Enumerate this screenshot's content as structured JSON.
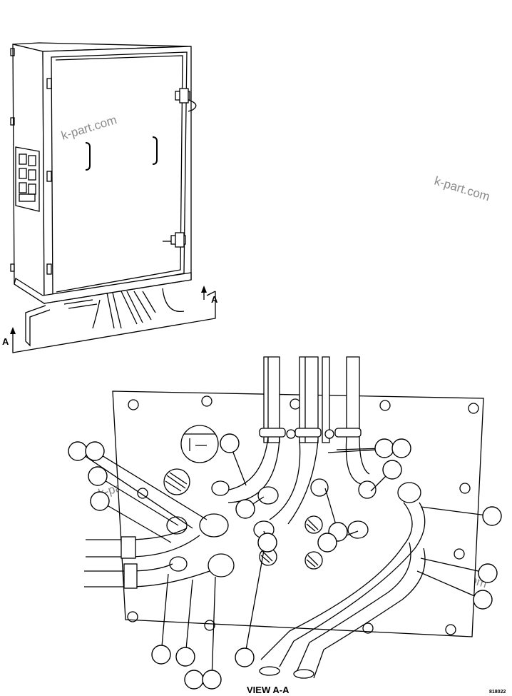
{
  "diagram": {
    "watermarks": [
      "k-part.com",
      "k-part.com",
      "k-part.com",
      "k-part.com"
    ],
    "section_markers": [
      "A",
      "A"
    ],
    "view_caption": "VIEW A-A",
    "figure_code": "818022"
  }
}
